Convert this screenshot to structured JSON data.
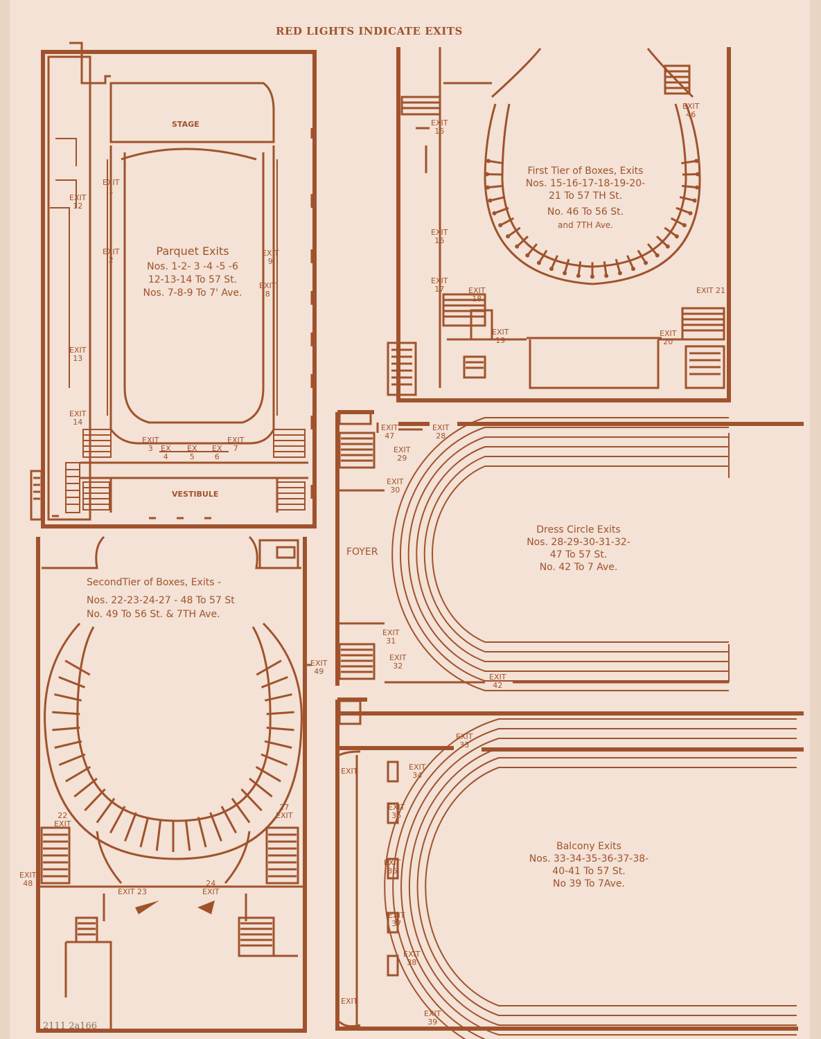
{
  "header": "RED LIGHTS INDICATE EXITS",
  "parquet": {
    "title": "Parquet Exits",
    "line1": "Nos. 1-2- 3 -4 -5 -6",
    "line2": "12-13-14 To 57 St.",
    "line3": "Nos. 7-8-9 To 7' Ave.",
    "stage": "STAGE",
    "vestibule": "VESTIBULE",
    "exits": {
      "e1": "EXIT\n1",
      "e2": "EXIT\n2",
      "e9": "EXIT\n9",
      "e8": "EXIT\n8",
      "e12": "EXIT\n12",
      "e13": "EXIT\n13",
      "e14": "EXIT\n14",
      "e3": "EXIT\n3",
      "e4": "EX\n4",
      "e5": "EX\n5",
      "e6": "EX\n6",
      "e7": "EXIT\n7"
    }
  },
  "first_tier": {
    "title": "First Tier of Boxes, Exits",
    "line1": "Nos. 15-16-17-18-19-20-",
    "line2": "21 To 57 TH St.",
    "line3": "No. 46 To 56 St.",
    "line4": "and 7TH Ave.",
    "exits": {
      "e15": "EXIT\n15",
      "e16": "EXIT\n16",
      "e17": "EXIT\n17",
      "e18": "EXIT\n18",
      "e19": "EXIT\n19",
      "e20": "EXIT\n20",
      "e21": "EXIT 21",
      "e46": "EXIT\n46"
    }
  },
  "second_tier": {
    "title": "SecondTier of Boxes, Exits -",
    "line1": "Nos. 22-23-24-27 - 48 To 57 St",
    "line2": "No. 49 To 56 St. & 7TH Ave.",
    "exits": {
      "e22": "22\nEXIT",
      "e27": "27\nEXIT",
      "e48": "EXIT\n48",
      "e23": "EXIT 23",
      "e24": "24\nEXIT",
      "e49": "EXIT\n49"
    }
  },
  "dress_circle": {
    "title": "Dress Circle Exits",
    "line1": "Nos. 28-29-30-31-32-",
    "line2": "47 To 57 St.",
    "line3": "No. 42 To 7 Ave.",
    "foyer": "FOYER",
    "exits": {
      "e47": "EXIT\n47",
      "e28": "EXIT\n28",
      "e29": "EXIT\n29",
      "e30": "EXIT\n30",
      "e31": "EXIT\n31",
      "e32": "EXIT\n32",
      "e42": "EXIT\n42"
    }
  },
  "balcony": {
    "title": "Balcony Exits",
    "line1": "Nos. 33-34-35-36-37-38-",
    "line2": "40-41 To 57 St.",
    "line3": "No 39 To 7Ave.",
    "exits": {
      "e33": "EXIT\n33",
      "e34": "EXIT\n34",
      "e35": "EXIT\n35",
      "e36": "EXIT\n36",
      "e37": "EXIT\n37",
      "e38": "EXIT\n38",
      "e39": "EXIT\n39",
      "e40": "EXIT",
      "e41": "EXIT"
    }
  },
  "archive_note": "2111 2a166",
  "colors": {
    "ink": "#a0522d",
    "paper": "#f3e2d5",
    "margin": "#e8d5c4"
  }
}
